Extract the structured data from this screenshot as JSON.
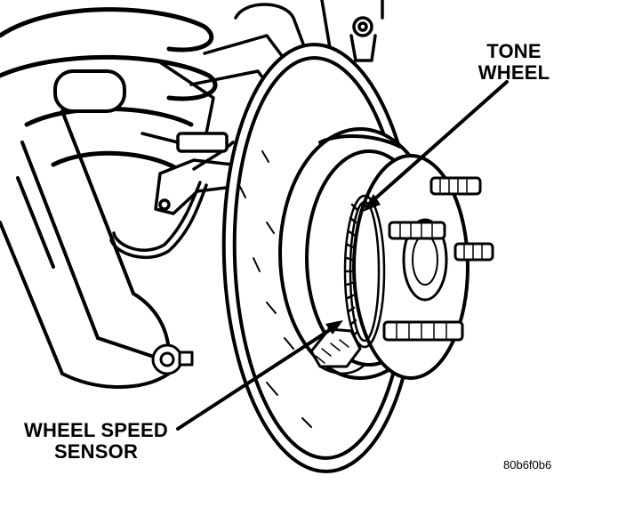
{
  "labels": {
    "tone_wheel_line1": "TONE",
    "tone_wheel_line2": "WHEEL",
    "wheel_speed_sensor_line1": "WHEEL SPEED",
    "wheel_speed_sensor_line2": "SENSOR"
  },
  "figure_id": "80b6f0b6",
  "colors": {
    "ink": "#000000",
    "paper": "#ffffff"
  }
}
